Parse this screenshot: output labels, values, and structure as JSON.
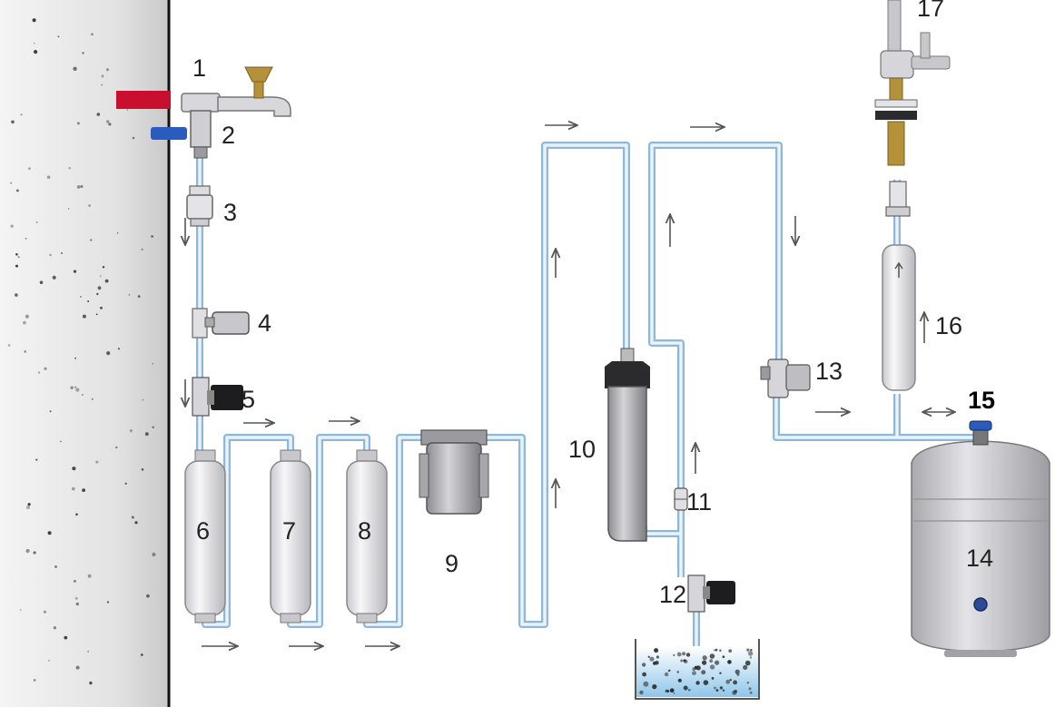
{
  "labels": {
    "n1": "1",
    "n2": "2",
    "n3": "3",
    "n4": "4",
    "n5": "5",
    "n6": "6",
    "n7": "7",
    "n8": "8",
    "n9": "9",
    "n10": "10",
    "n11": "11",
    "n12": "12",
    "n13": "13",
    "n14": "14",
    "n15": "15",
    "n16": "16",
    "n17": "17"
  },
  "colors": {
    "tube_outer": "#8fb8d6",
    "tube_inner": "#e8f3fb",
    "red_valve": "#c8102e",
    "blue_valve": "#2a5bbf",
    "brass": "#b5913a",
    "wall": "#e6e6e6",
    "cartridge": "#e9e9ec",
    "tank": "#cfcfd3"
  }
}
